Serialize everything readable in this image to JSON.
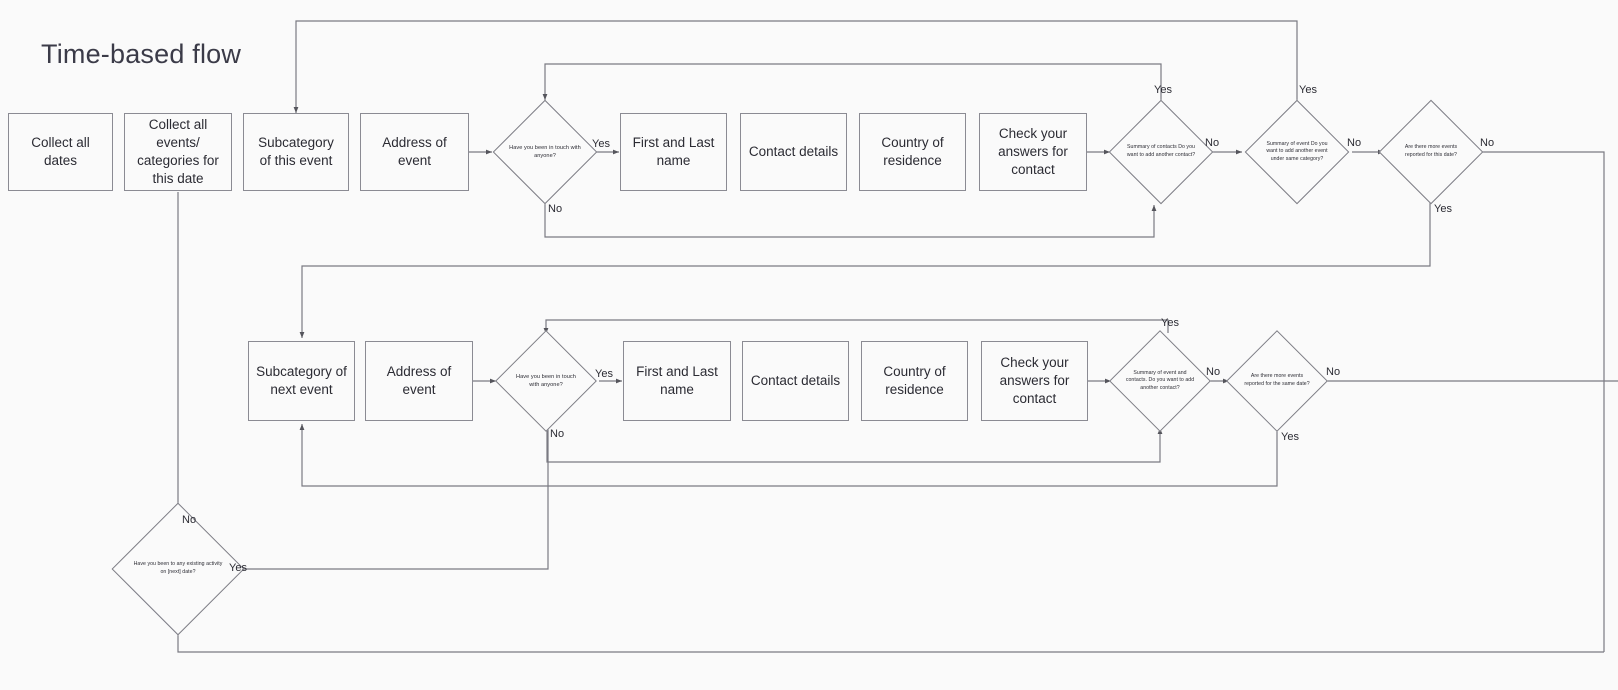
{
  "title": "Time-based flow",
  "theme": {
    "background": "#fafafa",
    "node_border": "#8b8b93",
    "decision_border": "#7d7d85",
    "connector": "#7a7a82",
    "text": "#2b2b33",
    "title_color": "#3b3b48"
  },
  "nodes": {
    "collect_all_dates": "Collect all dates",
    "collect_all_events": "Collect all events/ categories for this date",
    "subcategory_this_event": "Subcategory of this event",
    "address_of_event_1": "Address of event",
    "first_last_name_1": "First and Last name",
    "contact_details_1": "Contact details",
    "country_of_residence_1": "Country of residence",
    "check_answers_1": "Check your answers for contact",
    "subcategory_next_event": "Subcategory of next event",
    "address_of_event_2": "Address of event",
    "first_last_name_2": "First and Last name",
    "contact_details_2": "Contact details",
    "country_of_residence_2": "Country of residence",
    "check_answers_2": "Check your answers for contact"
  },
  "decisions": {
    "in_touch_1": "Have you been in touch with anyone?",
    "summary_contacts": "Summary of contacts Do you want to add another contact?",
    "summary_event": "Summary of event Do you want to add another event under same category?",
    "more_events_date": "Are there more events reported for this date?",
    "in_touch_2": "Have you been in touch with anyone?",
    "summary_event_contacts": "Summary of event and contacts. Do you want to add another contact?",
    "more_events_same_date": "Are there more events reported for the same date?",
    "existing_activity": "Have you been to any existing activity on [next] date?"
  },
  "edge_labels": {
    "yes": "Yes",
    "no": "No",
    "r1_intouch_yes": "Yes",
    "r1_intouch_no": "No",
    "r1_contacts_yes": "Yes",
    "r1_contacts_no": "No",
    "r1_event_yes": "Yes",
    "r1_event_no": "No",
    "r1_moreevents_no": "No",
    "r1_moreevents_yes": "Yes",
    "r2_intouch_yes": "Yes",
    "r2_intouch_no": "No",
    "r2_contacts_yes": "Yes",
    "r2_contacts_no": "No",
    "r2_moreevents_no": "No",
    "r2_moreevents_yes": "Yes",
    "bottom_no": "No",
    "bottom_yes": "Yes"
  }
}
